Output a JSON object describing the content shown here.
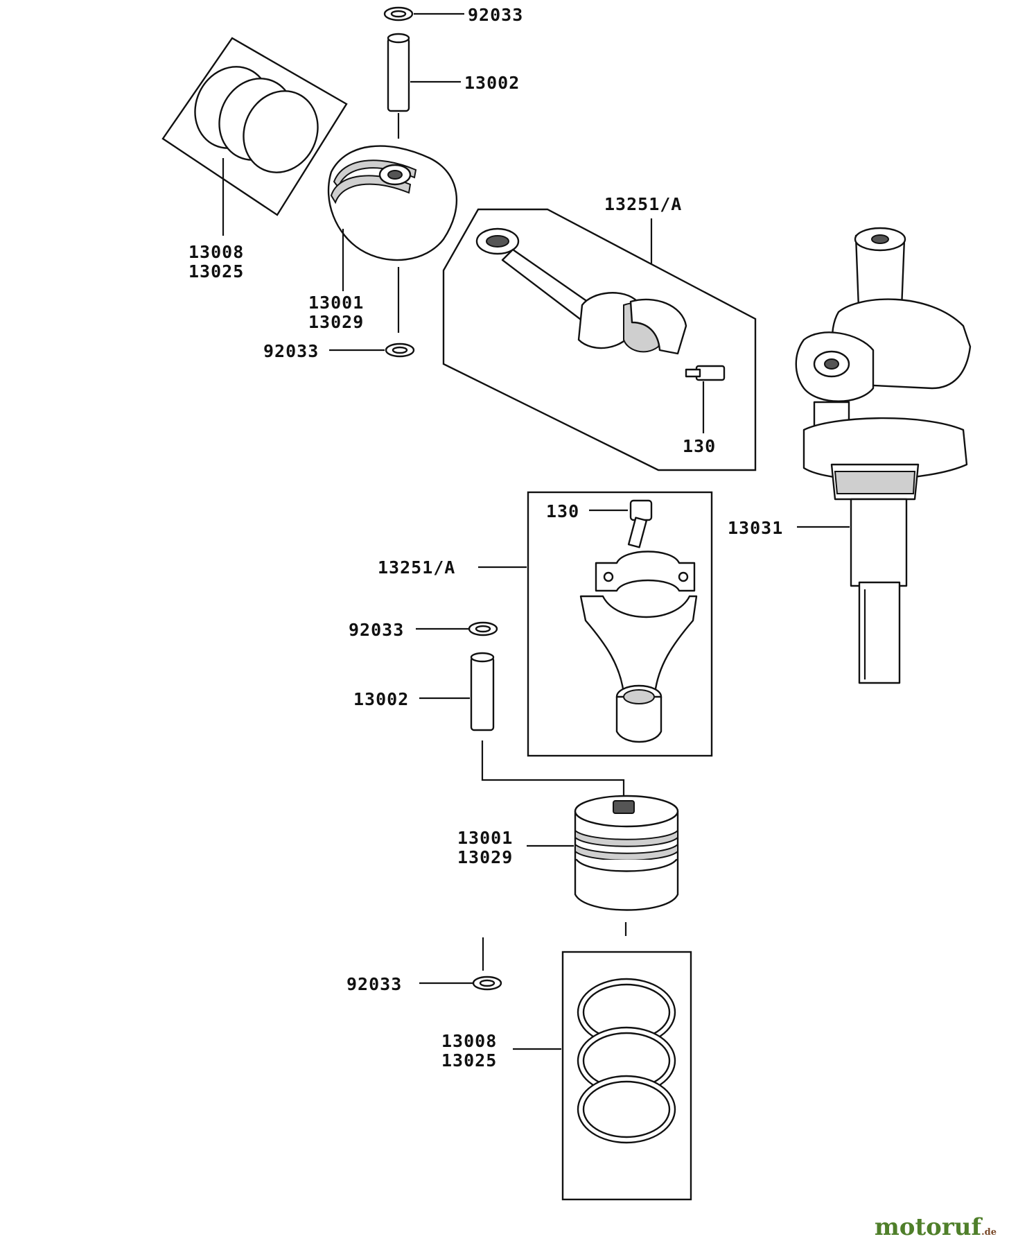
{
  "callouts": {
    "top_circlip": "92033",
    "top_pin": "13002",
    "top_rings_a": "13008",
    "top_rings_b": "13025",
    "top_piston_a": "13001",
    "top_piston_b": "13029",
    "top_circlip_2": "92033",
    "top_rod": "13251/A",
    "top_bolt": "130",
    "crankshaft": "13031",
    "mid_bolt": "130",
    "mid_rod": "13251/A",
    "mid_circlip": "92033",
    "mid_pin": "13002",
    "low_piston_a": "13001",
    "low_piston_b": "13029",
    "low_circlip": "92033",
    "low_rings_a": "13008",
    "low_rings_b": "13025"
  },
  "watermark": {
    "brand": "motoruf",
    "suffix": ".de"
  },
  "colors": {
    "line": "#111111",
    "watermark": "#4f7f2a"
  }
}
